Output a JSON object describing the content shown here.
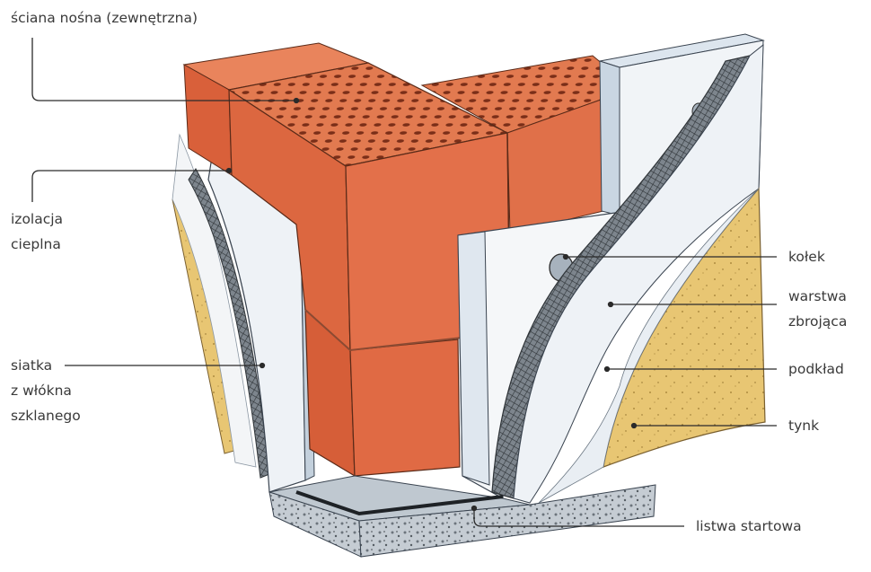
{
  "labels": {
    "sciana": "ściana nośna (zewnętrzna)",
    "izolacja": [
      "izolacja",
      "cieplna"
    ],
    "siatka": [
      "siatka",
      "z włókna",
      "szklanego"
    ],
    "kolek": "kołek",
    "warstwa": [
      "warstwa",
      "zbrojąca"
    ],
    "podklad": "podkład",
    "tynk": "tynk",
    "listwa": "listwa startowa"
  },
  "colors": {
    "brick": "#e0693f",
    "brick_light": "#ec8a64",
    "brick_dark": "#b84a2a",
    "insulation": "#eef2f6",
    "insulation_shade": "#c9d6e2",
    "mesh": "#555b62",
    "plaster": "#e6c36e",
    "plaster_dark": "#c9a24e",
    "gravel": "#b9c2ca",
    "leader": "#2b2b2b"
  }
}
